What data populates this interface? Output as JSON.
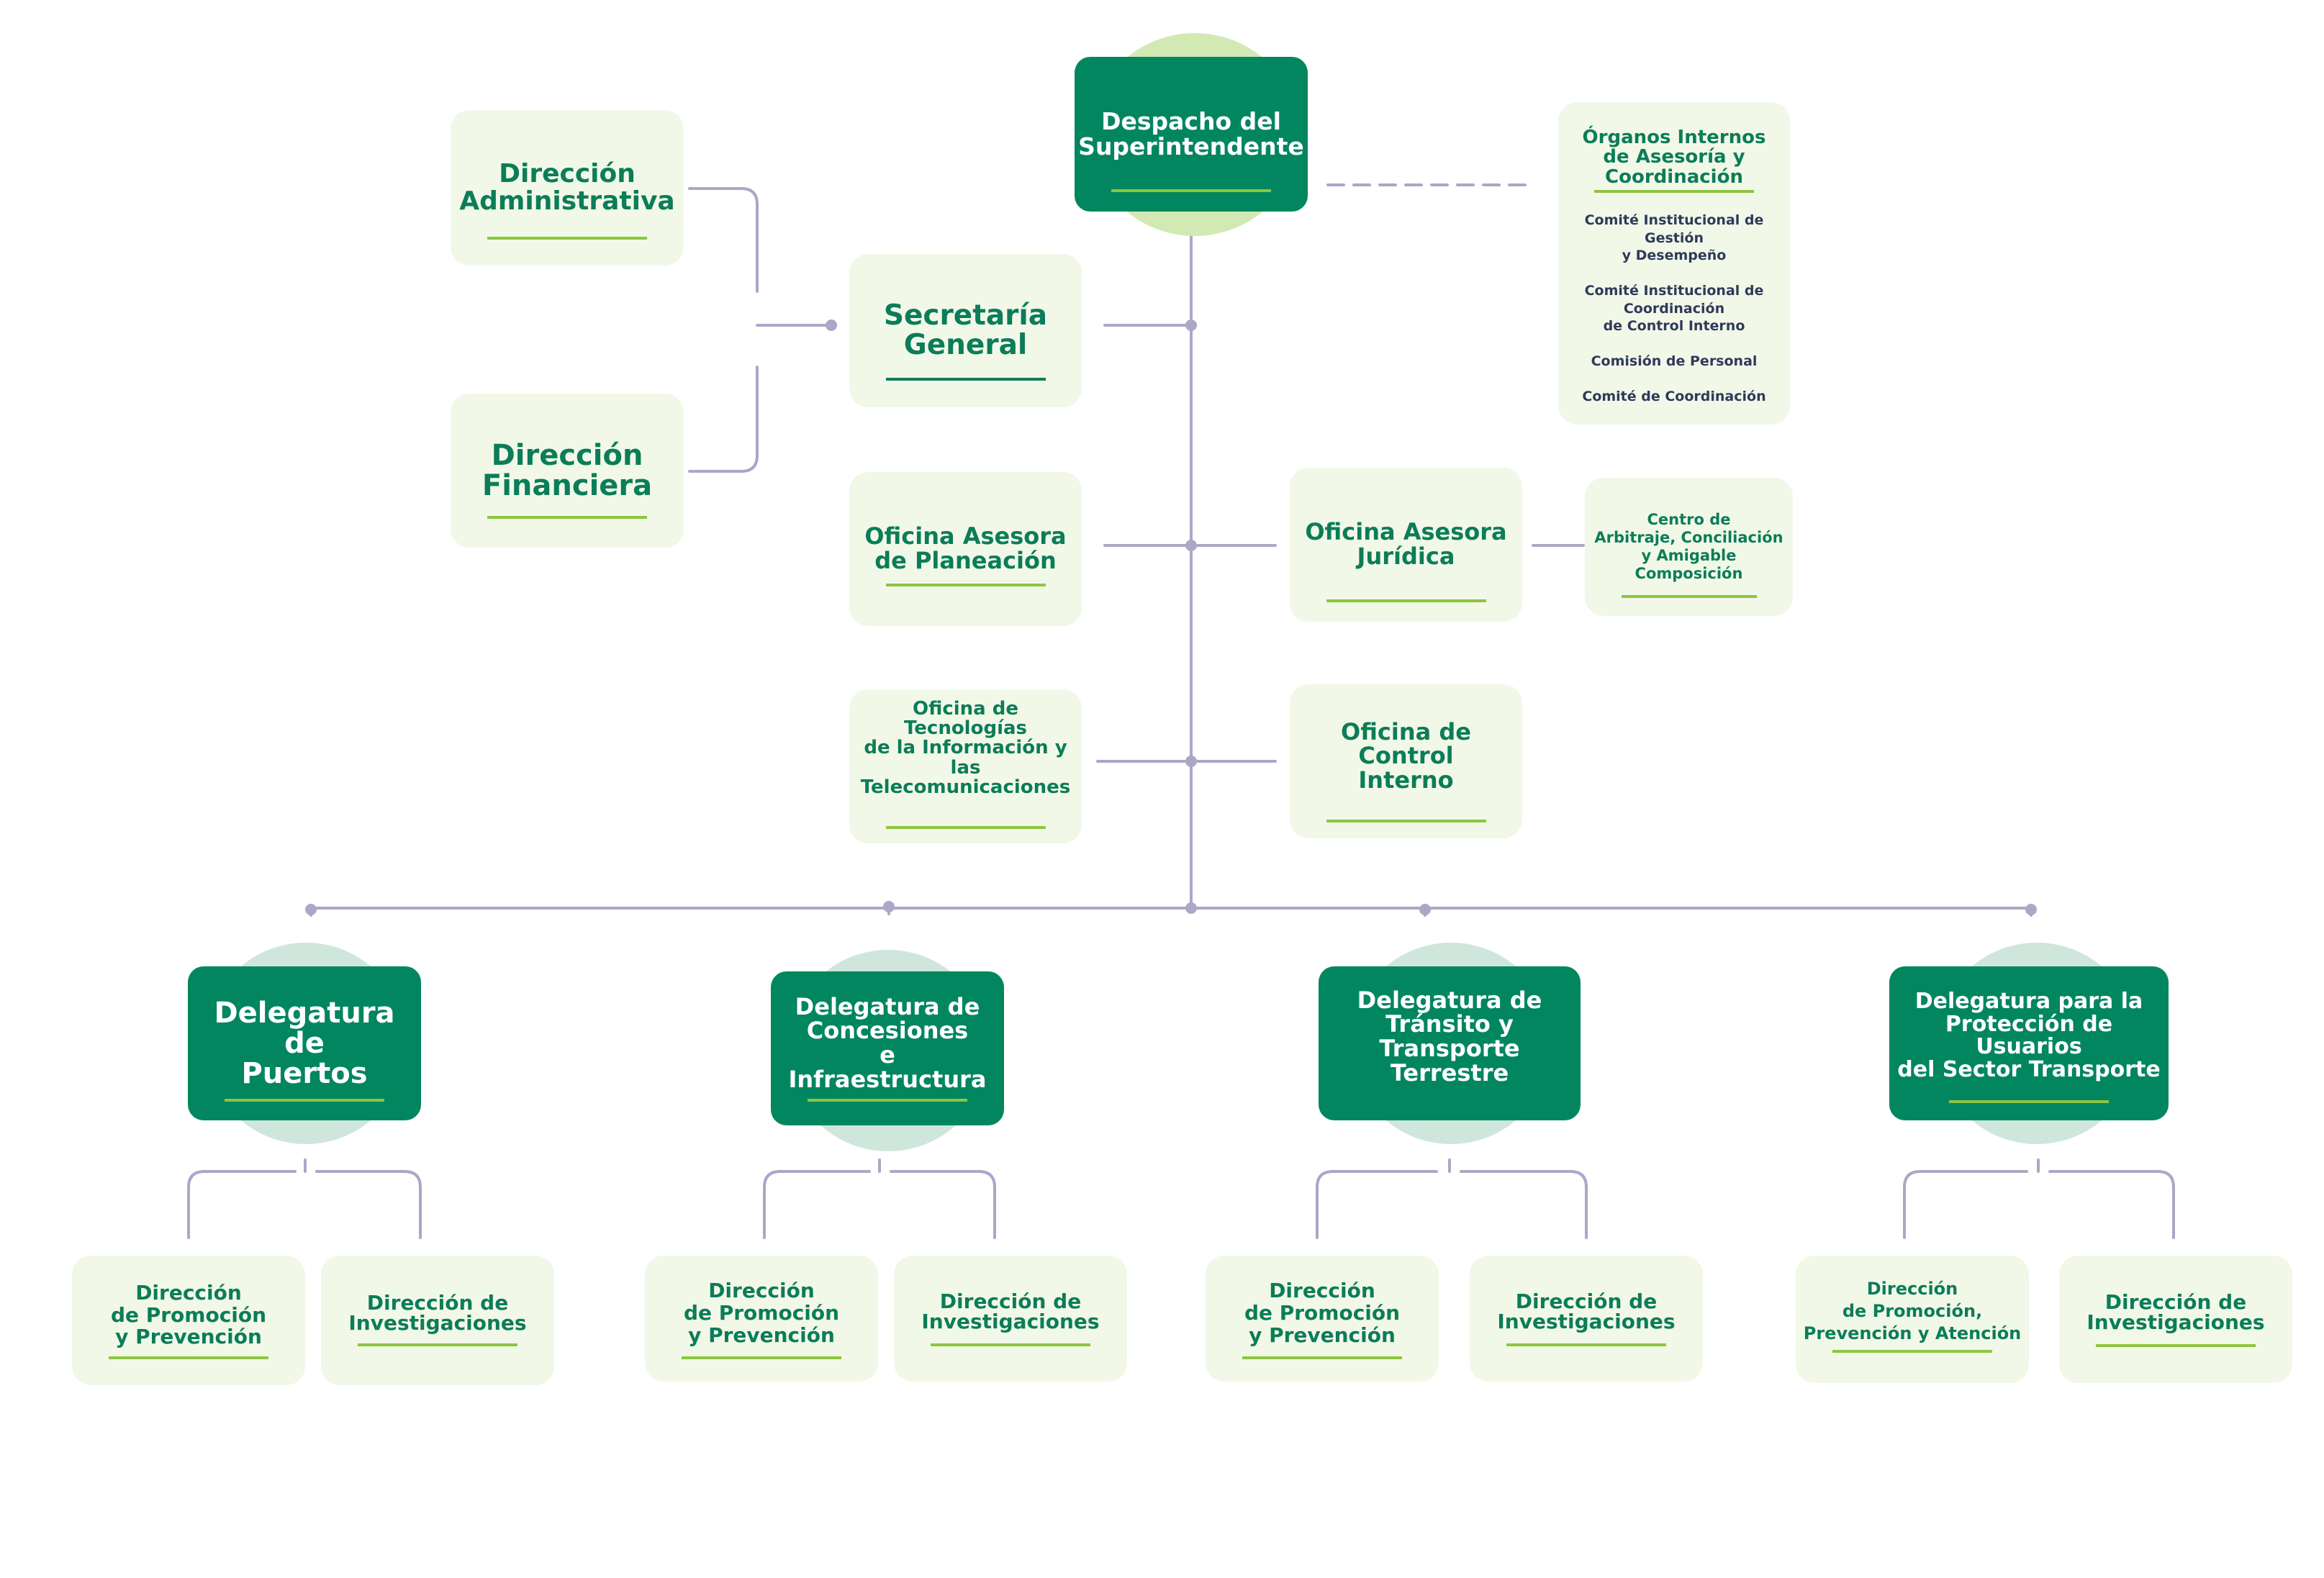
{
  "colors": {
    "dark_green": "#02865f",
    "light_box": "#f2f8e8",
    "text_green": "#0b7d58",
    "accent_lime": "#8cc63f",
    "connector": "#aba7c6",
    "halo_green": "#d2e9b4",
    "halo_mint": "#cfe6dc",
    "sub_text": "#2e3a5a"
  },
  "top": {
    "despacho": "Despacho del\nSuperintendente",
    "secretaria": "Secretaría\nGeneral",
    "dir_administrativa": "Dirección\nAdministrativa",
    "dir_financiera": "Dirección\nFinanciera"
  },
  "organos": {
    "title": "Órganos Internos\nde Asesoría y\nCoordinación",
    "items": [
      "Comité Institucional de\nGestión\ny Desempeño",
      "Comité Institucional de\nCoordinación\nde Control Interno",
      "Comisión de Personal",
      "Comité de Coordinación"
    ]
  },
  "middle": {
    "planeacion": "Oficina Asesora\nde Planeación",
    "juridica": "Oficina Asesora\nJurídica",
    "centro_arbitraje": "Centro de\nArbitraje, Conciliación\ny Amigable\nComposición",
    "tecnologias": "Oficina de Tecnologías\nde la Información y las\nTelecomunicaciones",
    "control_interno": "Oficina de Control\nInterno"
  },
  "delegaturas": [
    {
      "name": "Delegatura de\nPuertos",
      "children": [
        "Dirección\nde Promoción\ny Prevención",
        "Dirección de\nInvestigaciones"
      ]
    },
    {
      "name": "Delegatura de\nConcesiones\ne Infraestructura",
      "children": [
        "Dirección\nde Promoción\ny Prevención",
        "Dirección de\nInvestigaciones"
      ]
    },
    {
      "name": "Delegatura de\nTránsito y\nTransporte Terrestre",
      "children": [
        "Dirección\nde Promoción\ny Prevención",
        "Dirección de\nInvestigaciones"
      ]
    },
    {
      "name": "Delegatura para la\nProtección de Usuarios\ndel Sector Transporte",
      "children": [
        "Dirección\nde Promoción,\nPrevención y Atención",
        "Dirección de\nInvestigaciones"
      ]
    }
  ]
}
